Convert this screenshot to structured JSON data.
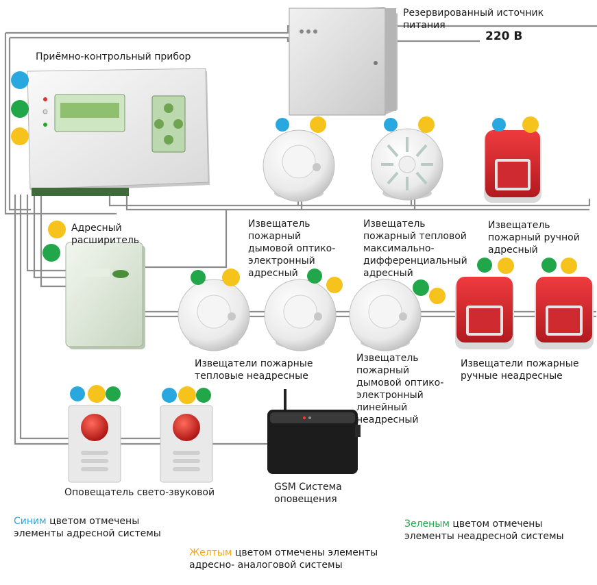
{
  "colors": {
    "blue": "#29a8e0",
    "yellow": "#f6c21c",
    "green": "#22a64a",
    "wire": "#8c8c8c",
    "alarm_red": "#d9252b"
  },
  "labels": {
    "reserve_power": "Резервированный источник питания",
    "voltage": "220 В",
    "control_panel": "Приёмно-контрольный прибор",
    "expander": "Адресный расширитель",
    "smoke_address": "Извещатель пожарный дымовой оптико-электронный адресный",
    "heat_address": "Извещатель пожарный тепловой максимально-дифференциальный адресный",
    "manual_address": "Извещатель пожарный ручной адресный",
    "heat_nonaddress": "Извещатели пожарные тепловые неадресные",
    "smoke_linear": "Извещатель пожарный дымовой оптико-электронный линейный неадресный",
    "manual_nonaddress": "Извещатели пожарные ручные неадресные",
    "siren": "Оповещатель свето-звуковой",
    "gsm": "GSM Система оповещения"
  },
  "legend": {
    "blue_word": "Синим",
    "blue_rest": " цветом отмечены элементы адресной системы",
    "green_word": "Зеленым",
    "green_rest": " цветом отмечены элементы неадресной системы",
    "yellow_word": "Желтым",
    "yellow_rest": " цветом отмечены элементы адресно- аналоговой системы"
  }
}
